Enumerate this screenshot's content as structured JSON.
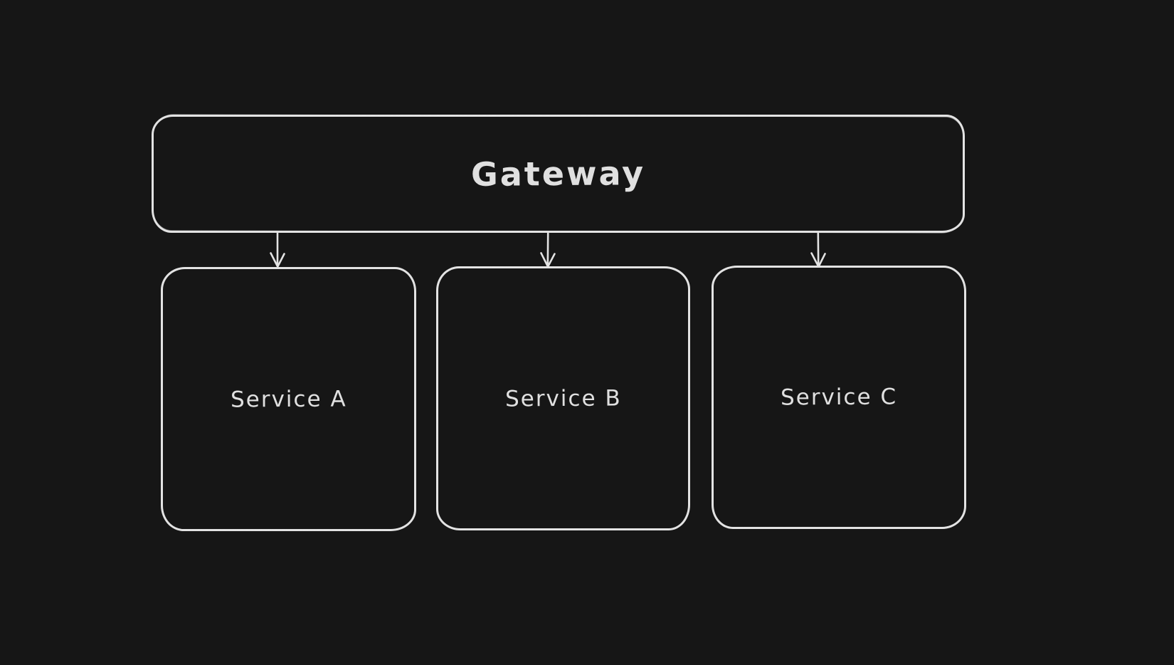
{
  "canvas": {
    "background_color": "#161616",
    "stroke_color": "#e3e3e3",
    "text_color": "#e0e0e0"
  },
  "diagram": {
    "type": "flowchart",
    "nodes": [
      {
        "id": "gateway",
        "label": "Gateway"
      },
      {
        "id": "service-a",
        "label": "Service A"
      },
      {
        "id": "service-b",
        "label": "Service B"
      },
      {
        "id": "service-c",
        "label": "Service C"
      }
    ],
    "edges": [
      {
        "from": "gateway",
        "to": "service-a",
        "style": "arrow-down"
      },
      {
        "from": "gateway",
        "to": "service-b",
        "style": "arrow-down"
      },
      {
        "from": "gateway",
        "to": "service-c",
        "style": "arrow-down"
      }
    ]
  }
}
